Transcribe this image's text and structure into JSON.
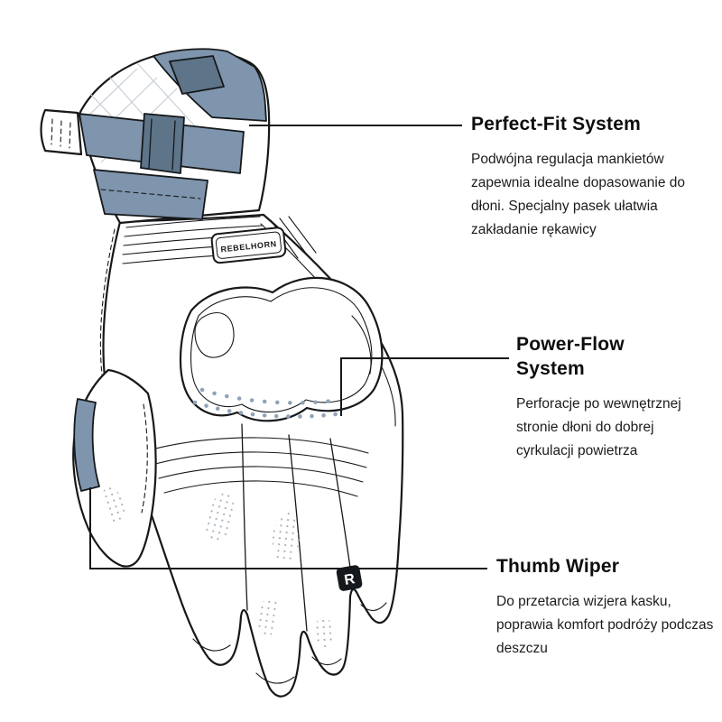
{
  "page": {
    "background": "#ffffff"
  },
  "colors": {
    "accent_slate": "#7e95ad",
    "accent_slate_dark": "#5d7489",
    "outline": "#16181a",
    "perforation_dot": "#8fa3b8"
  },
  "glove": {
    "brand_label": "REBELHORN",
    "logo_letter": "R"
  },
  "callouts": [
    {
      "id": "perfect-fit",
      "title": "Perfect-Fit System",
      "body": "Podwójna regulacja mankietów zapewnia idealne dopasowanie do dłoni. Specjalny pasek ułatwia zakładanie rękawicy"
    },
    {
      "id": "power-flow",
      "title": "Power-Flow System",
      "body": "Perforacje po wewnętrznej stronie dłoni do dobrej cyrkulacji powietrza"
    },
    {
      "id": "thumb-wiper",
      "title": "Thumb Wiper",
      "body": "Do przetarcia wizjera kasku, poprawia komfort podróży podczas deszczu"
    }
  ]
}
